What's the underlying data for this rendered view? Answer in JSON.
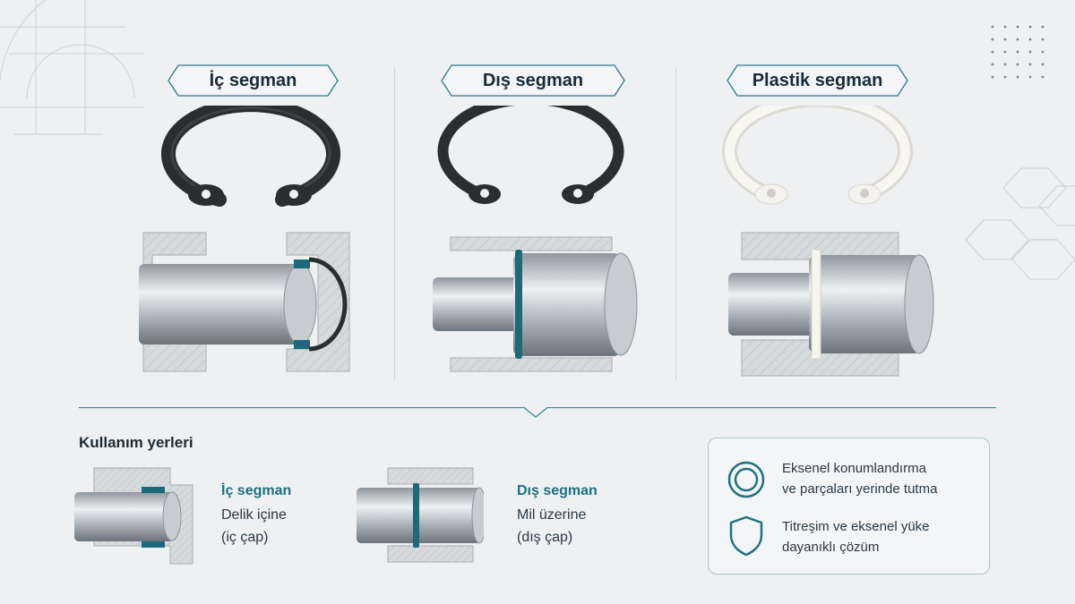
{
  "types": [
    {
      "label": "İç segman",
      "color": "#2b2e31"
    },
    {
      "label": "Dış segman",
      "color": "#2b2e31"
    },
    {
      "label": "Plastik segman",
      "color": "#f4f3ee"
    }
  ],
  "usage": {
    "title": "Kullanım yerleri",
    "items": [
      {
        "title": "İç segman",
        "line1": "Delik içine",
        "line2": "(iç çap)"
      },
      {
        "title": "Dış segman",
        "line1": "Mil üzerine",
        "line2": "(dış çap)"
      }
    ]
  },
  "benefits": [
    {
      "icon": "ring-icon",
      "line1": "Eksenel konumlandırma",
      "line2": "ve parçaları yerinde tutma"
    },
    {
      "icon": "shield-icon",
      "line1": "Titreşim ve eksenel yüke",
      "line2": "dayanıklı çözüm"
    }
  ],
  "colors": {
    "accent": "#1f7182",
    "teal": "#1a6a7a",
    "dark_ring": "#2b2e31",
    "white_ring": "#f4f3ee"
  }
}
